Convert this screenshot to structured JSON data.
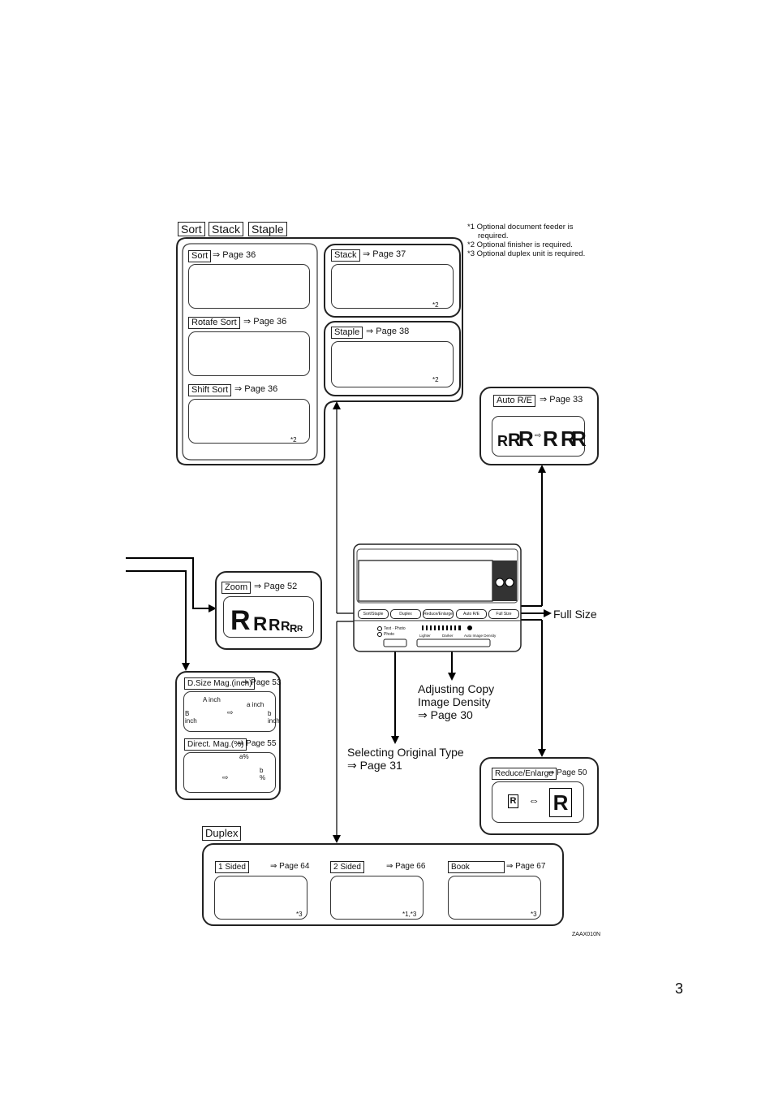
{
  "page_number": "3",
  "code": "ZAAX010N",
  "footnotes": [
    "*1 Optional document feeder is",
    "required.",
    "*2 Optional finisher is required.",
    "*3 Optional duplex unit is required."
  ],
  "sort_group": {
    "tabs": [
      "Sort",
      "Stack",
      "Staple"
    ],
    "sort": {
      "label": "Sort",
      "ref": "⇒ Page 36"
    },
    "rotate_sort": {
      "label": "Rotafe Sort",
      "ref": "⇒ Page 36"
    },
    "shift_sort": {
      "label": "Shift Sort",
      "ref": "⇒ Page 36",
      "note": "*2"
    },
    "stack": {
      "label": "Stack",
      "ref": "⇒ Page 37",
      "note": "*2"
    },
    "staple": {
      "label": "Staple",
      "ref": "⇒ Page 38",
      "note": "*2"
    }
  },
  "auto_re": {
    "label": "Auto R/E",
    "ref": "⇒ Page 33"
  },
  "zoom": {
    "label": "Zoom",
    "ref": "⇒ Page 52"
  },
  "dsize": {
    "label": "D.Size Mag.(inch)",
    "ref": "⇒ Page 53",
    "a": "A inch",
    "b": "B inch",
    "a2": "a inch",
    "b2": "b inch"
  },
  "direct": {
    "label": "Direct. Mag.(%)",
    "ref": "⇒ Page 55",
    "a": "a%",
    "b": "b %"
  },
  "reduce_enlarge": {
    "label": "Reduce/Enlarge",
    "ref": "⇒ Page 50"
  },
  "full_size": "Full Size",
  "density": {
    "line1": "Adjusting Copy",
    "line2": "Image Density",
    "line3": "⇒ Page 30"
  },
  "original_type": {
    "line1": "Selecting Original Type",
    "line2": "⇒ Page 31"
  },
  "panel": {
    "buttons": [
      "Sort/Staple",
      "Duplex",
      "Reduce/Enlarge",
      "Auto R/E",
      "Full Size"
    ],
    "type_opts": [
      "Text · Photo",
      "Photo"
    ],
    "density_labels": [
      "Lighter",
      "Darker",
      "Auto Image Density"
    ]
  },
  "duplex": {
    "title": "Duplex",
    "one": {
      "label": "1 Sided",
      "ref": "⇒ Page 64",
      "note": "*3"
    },
    "two": {
      "label": "2 Sided",
      "ref": "⇒ Page 66",
      "note": "*1,*3"
    },
    "book": {
      "label": "Book",
      "ref": "⇒ Page 67",
      "note": "*3"
    }
  }
}
